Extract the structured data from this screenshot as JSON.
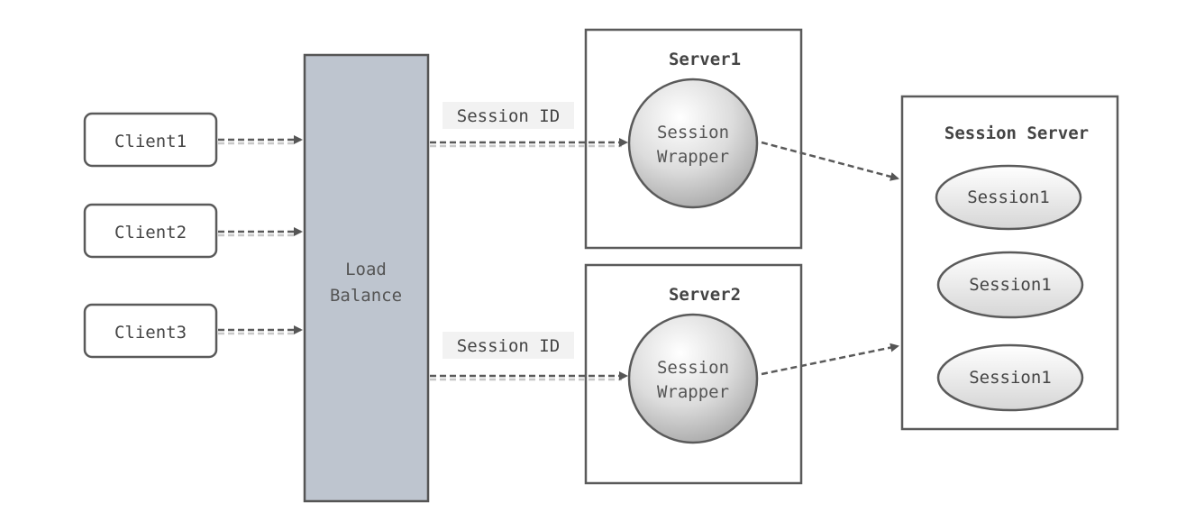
{
  "clients": [
    {
      "label": "Client1"
    },
    {
      "label": "Client2"
    },
    {
      "label": "Client3"
    }
  ],
  "load_balancer": {
    "line1": "Load",
    "line2": "Balance"
  },
  "servers": [
    {
      "title": "Server1",
      "wrapper_line1": "Session",
      "wrapper_line2": "Wrapper"
    },
    {
      "title": "Server2",
      "wrapper_line1": "Session",
      "wrapper_line2": "Wrapper"
    }
  ],
  "edge_labels": [
    {
      "label": "Session ID"
    },
    {
      "label": "Session ID"
    }
  ],
  "session_server": {
    "title": "Session Server",
    "sessions": [
      {
        "label": "Session1"
      },
      {
        "label": "Session1"
      },
      {
        "label": "Session1"
      }
    ]
  },
  "colors": {
    "stroke": "#5a5a5a",
    "load_balancer_fill": "#bec5cf",
    "label_bg": "#f2f2f2",
    "text": "#444444"
  }
}
